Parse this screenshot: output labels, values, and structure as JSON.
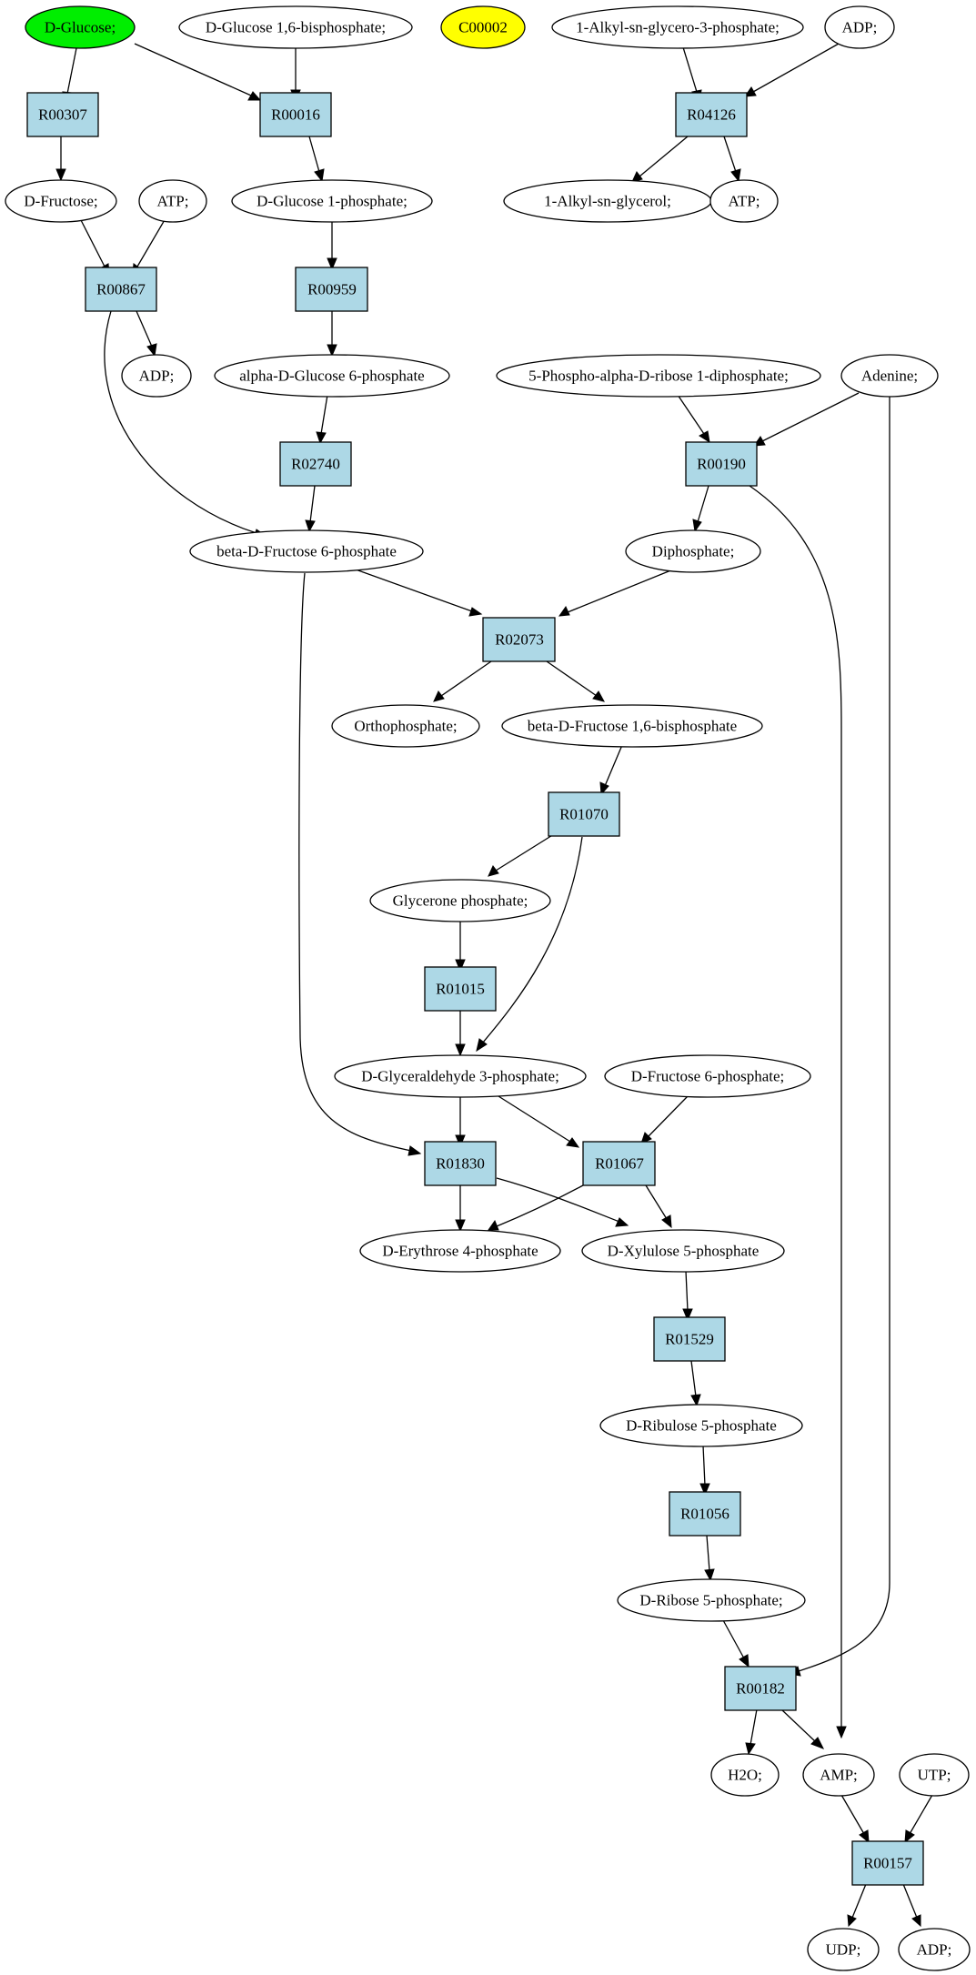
{
  "colors": {
    "reaction_fill": "#add8e6",
    "metabolite_fill": "#ffffff",
    "highlight_green": "#00ee00",
    "highlight_yellow": "#ffff00"
  },
  "metabolites": {
    "glucose": "D-Glucose;",
    "glucose16bp": "D-Glucose 1,6-bisphosphate;",
    "c00002": "C00002",
    "alkylglycero3p": "1-Alkyl-sn-glycero-3-phosphate;",
    "adp_top": "ADP;",
    "fructose": "D-Fructose;",
    "atp_1": "ATP;",
    "glucose1p": "D-Glucose 1-phosphate;",
    "alkylglycerol": "1-Alkyl-sn-glycerol;",
    "atp_2": "ATP;",
    "adp_1": "ADP;",
    "aglucose6p": "alpha-D-Glucose 6-phosphate",
    "prpp": "5-Phospho-alpha-D-ribose 1-diphosphate;",
    "adenine": "Adenine;",
    "bfructose6p": "beta-D-Fructose 6-phosphate",
    "diphosphate": "Diphosphate;",
    "orthophosphate": "Orthophosphate;",
    "bfructose16bp": "beta-D-Fructose 1,6-bisphosphate",
    "glyceronep": "Glycerone phosphate;",
    "gap": "D-Glyceraldehyde 3-phosphate;",
    "fructose6p": "D-Fructose 6-phosphate;",
    "erythrose4p": "D-Erythrose 4-phosphate",
    "xylulose5p": "D-Xylulose 5-phosphate",
    "ribulose5p": "D-Ribulose 5-phosphate",
    "ribose5p": "D-Ribose 5-phosphate;",
    "h2o": "H2O;",
    "amp": "AMP;",
    "utp": "UTP;",
    "udp": "UDP;",
    "adp_2": "ADP;"
  },
  "reactions": {
    "R00307": "R00307",
    "R00016": "R00016",
    "R04126": "R04126",
    "R00867": "R00867",
    "R00959": "R00959",
    "R02740": "R02740",
    "R00190": "R00190",
    "R02073": "R02073",
    "R01070": "R01070",
    "R01015": "R01015",
    "R01830": "R01830",
    "R01067": "R01067",
    "R01529": "R01529",
    "R01056": "R01056",
    "R00182": "R00182",
    "R00157": "R00157"
  }
}
